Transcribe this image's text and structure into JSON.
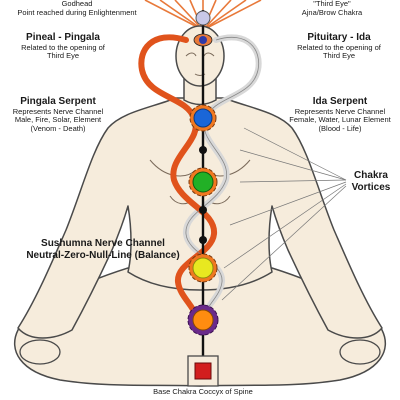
{
  "labels": {
    "godhead_title": "Godhead",
    "godhead_sub": "Point reached during Enlightenment",
    "third_eye_title": "\"Third Eye\"",
    "third_eye_sub": "Ajna/Brow Chakra",
    "pineal_title": "Pineal - Pingala",
    "pineal_line1": "Related to the opening of",
    "pineal_line2": "Third Eye",
    "pituitary_title": "Pituitary - Ida",
    "pituitary_line1": "Related to the opening of",
    "pituitary_line2": "Third Eye",
    "pingala_title": "Pingala Serpent",
    "pingala_line1": "Represents Nerve Channel",
    "pingala_line2": "Male, Fire, Solar, Element",
    "pingala_line3": "(Venom - Death)",
    "ida_title": "Ida Serpent",
    "ida_line1": "Represents Nerve Channel",
    "ida_line2": "Female, Water, Lunar Element",
    "ida_line3": "(Blood - Life)",
    "chakra_title_1": "Chakra",
    "chakra_title_2": "Vortices",
    "sushumna_line1": "Sushumna Nerve Channel",
    "sushumna_line2": "Neutral-Zero-Null-Line (Balance)",
    "base_label": "Base Chakra Coccyx of Spine"
  },
  "colors": {
    "background": "#ffffff",
    "body_fill": "#f6ecdc",
    "body_outline": "#4a4a4a",
    "pingala_serpent": "#e0531c",
    "ida_serpent": "#d8d8d8",
    "sushumna_line": "#111111",
    "crown_rays": "#e8793a",
    "chakra_crown": "#c8c8e8",
    "chakra_brow": "#2f3aa8",
    "chakra_throat": "#1a66d8",
    "chakra_heart": "#22b026",
    "chakra_solar": "#e8e820",
    "chakra_sacral": "#ff8c10",
    "chakra_root": "#d21e1e",
    "petal_fill": "#f07820"
  },
  "chakras": [
    {
      "name": "crown",
      "color": "#c8c8e8"
    },
    {
      "name": "brow",
      "color": "#2f3aa8"
    },
    {
      "name": "throat",
      "color": "#1a66d8"
    },
    {
      "name": "heart",
      "color": "#22b026"
    },
    {
      "name": "solar-plexus",
      "color": "#e8e820"
    },
    {
      "name": "sacral",
      "color": "#ff8c10"
    },
    {
      "name": "root",
      "color": "#d21e1e"
    }
  ]
}
